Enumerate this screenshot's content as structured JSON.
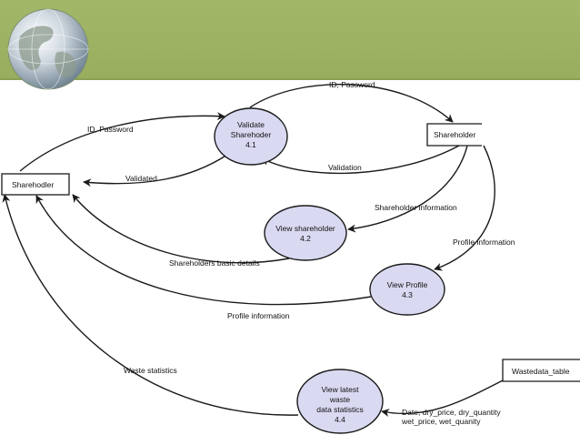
{
  "entities": {
    "left": "Sharehodler",
    "right_top": "Shareholder",
    "right_bottom": "Wastedata_table"
  },
  "processes": {
    "p41": [
      "Validate",
      "Sharehoder",
      "4.1"
    ],
    "p42": [
      "View shareholder",
      "4.2"
    ],
    "p43": [
      "View Profile",
      "4.3"
    ],
    "p44": [
      "View latest",
      "waste",
      "data statistics",
      "4.4"
    ]
  },
  "flows": {
    "id_password_top": "ID, Password",
    "id_password_left": "ID, Password",
    "validated": "Validated",
    "validation": "Validation",
    "shareholder_information": "Shareholder information",
    "profile_information_right": "Profile information",
    "shareholders_basic_details": "Shareholders basic details",
    "profile_information_left": "Profile information",
    "waste_statistics": "Waste statistics",
    "date_line1": "Date, dry_price, dry_quantity",
    "date_line2": "wet_price, wet_quanity"
  },
  "colors": {
    "header": "#a3b768",
    "process_fill": "#d9d9f2",
    "stroke": "#1a1a1a"
  }
}
